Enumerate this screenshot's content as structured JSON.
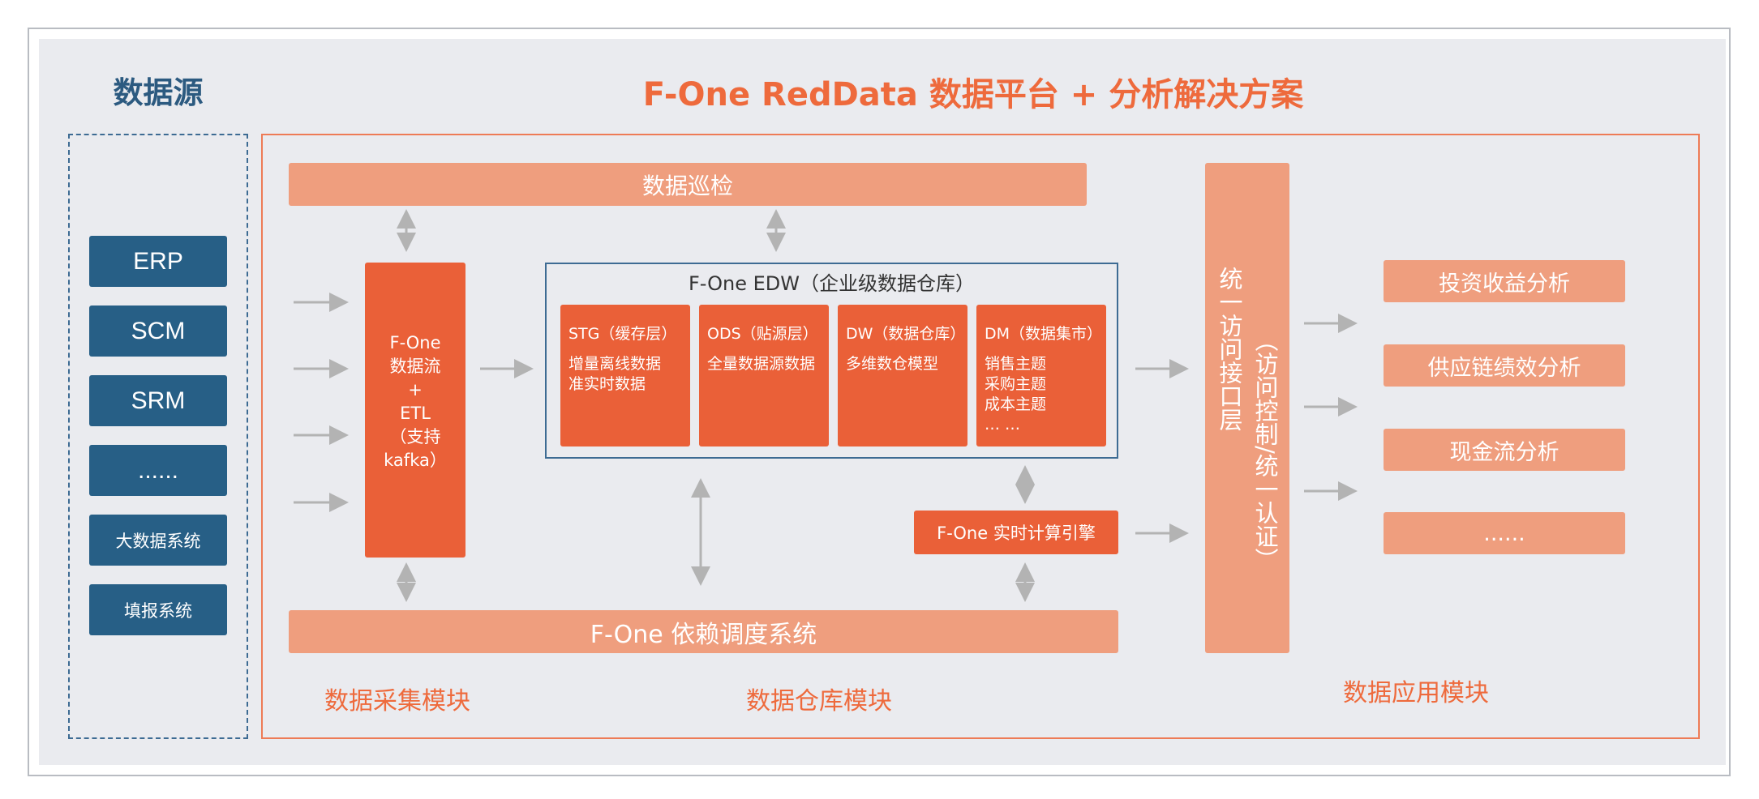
{
  "title_source": "数据源",
  "title_main": "F-One RedData 数据平台 + 分析解决方案",
  "sources": [
    "ERP",
    "SCM",
    "SRM",
    "......",
    "大数据系统",
    "填报系统"
  ],
  "inspection": "数据巡检",
  "etl": {
    "lines": [
      "F-One",
      "数据流",
      "+",
      "ETL",
      "（支持",
      "kafka）"
    ]
  },
  "edw": {
    "title": "F-One EDW（企业级数据仓库）",
    "cells": [
      {
        "head": "STG（缓存层）",
        "body": [
          "增量离线数据",
          "准实时数据"
        ]
      },
      {
        "head": "ODS（贴源层）",
        "body": [
          "全量数据源数据"
        ]
      },
      {
        "head": "DW（数据仓库）",
        "body": [
          "多维数仓模型"
        ]
      },
      {
        "head": "DM（数据集市）",
        "body": [
          "销售主题",
          "采购主题",
          "成本主题",
          "… …"
        ]
      }
    ]
  },
  "realtime": "F-One 实时计算引擎",
  "scheduler": "F-One 依赖调度系统",
  "interface": {
    "main": "统一访问接口层",
    "sub": "（访问控制/统一认证）"
  },
  "apps": [
    "投资收益分析",
    "供应链绩效分析",
    "现金流分析",
    "......"
  ],
  "modules": [
    "数据采集模块",
    "数据仓库模块",
    "数据应用模块"
  ]
}
